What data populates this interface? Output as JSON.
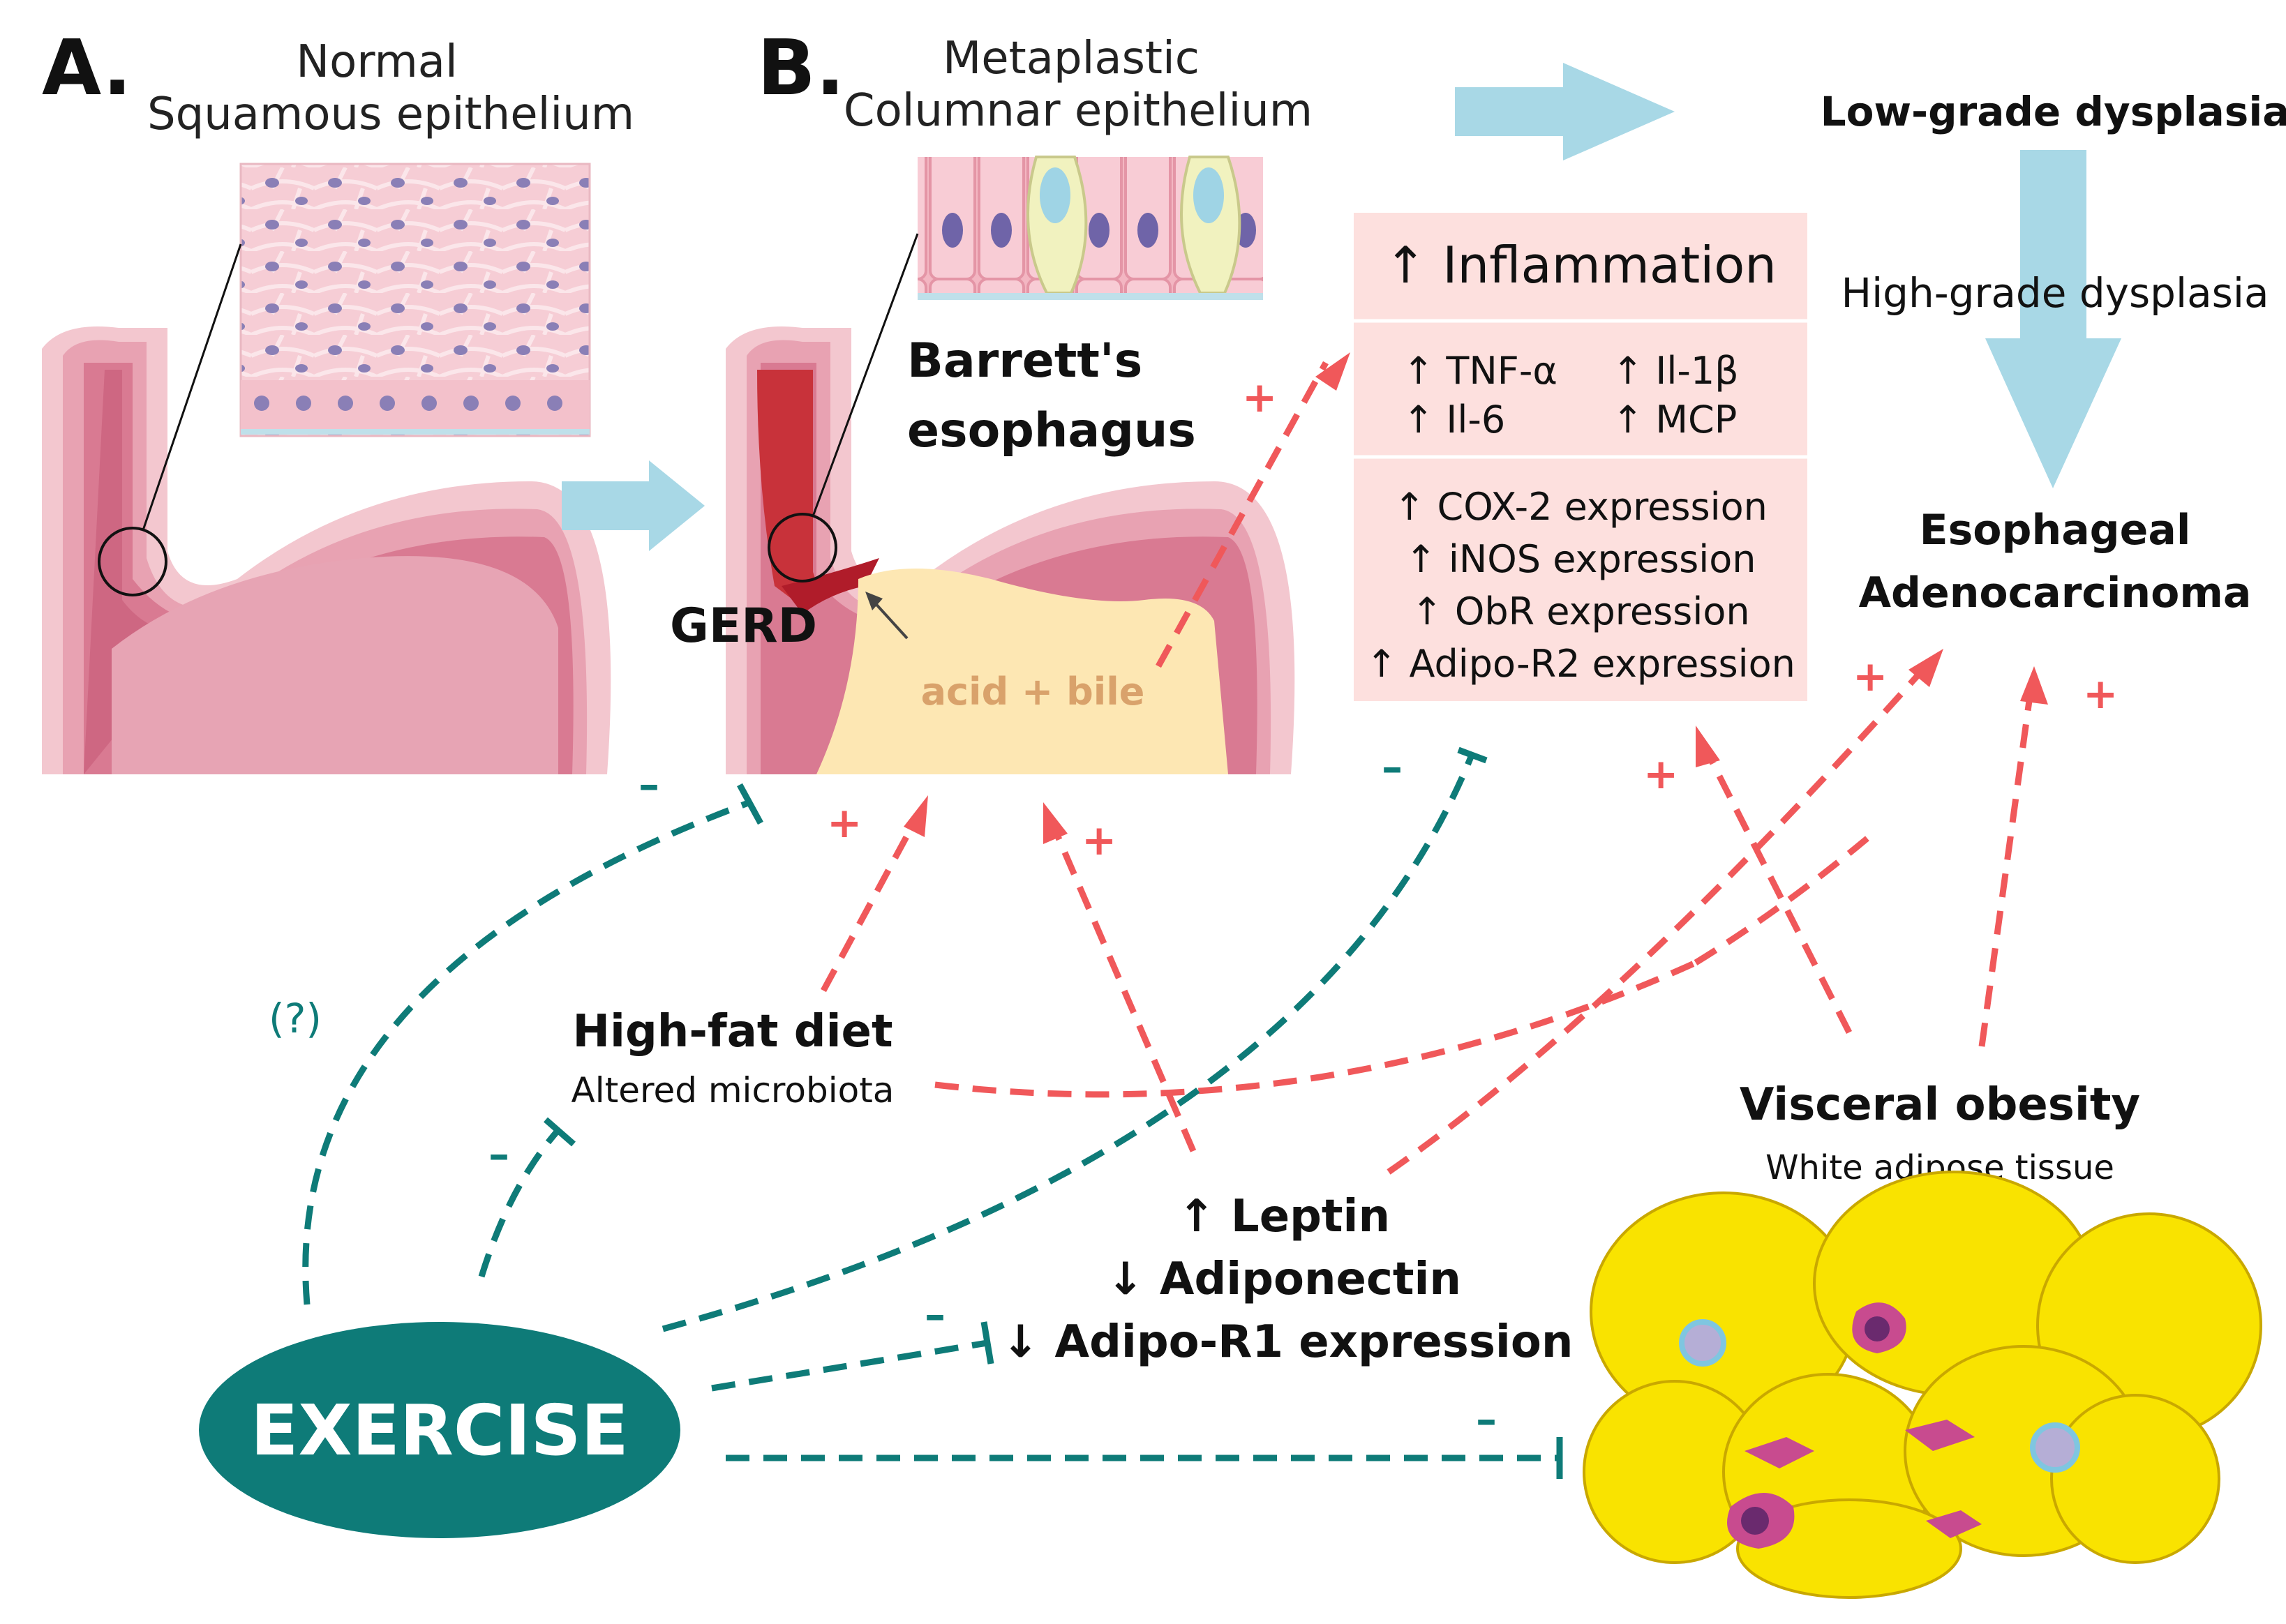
{
  "panel_a": {
    "letter": "A.",
    "title_line1": "Normal",
    "title_line2": "Squamous epithelium"
  },
  "panel_b": {
    "letter": "B.",
    "title_line1": "Metaplastic",
    "title_line2": "Columnar epithelium",
    "barretts_line1": "Barrett's",
    "barretts_line2": "esophagus",
    "gerd": "GERD",
    "acid_bile": "acid + bile"
  },
  "progression": {
    "low_grade": "Low-grade dysplasia",
    "high_grade": "High-grade dysplasia",
    "cancer_line1": "Esophageal",
    "cancer_line2": "Adenocarcinoma"
  },
  "inflammation": {
    "title": "↑ Inflammation",
    "tnf": "↑ TNF-α",
    "il1b": "↑ Il-1β",
    "il6": "↑ Il-6",
    "mcp": "↑ MCP",
    "cox2": "↑ COX-2 expression",
    "inos": "↑ iNOS expression",
    "obr": "↑ ObR expression",
    "adipor2": "↑ Adipo-R2 expression"
  },
  "diet": {
    "title": "High-fat diet",
    "subtitle": "Altered microbiota"
  },
  "adipokines": {
    "leptin": "↑ Leptin",
    "adiponectin": "↓ Adiponectin",
    "adipor1": "↓ Adipo-R1 expression"
  },
  "obesity": {
    "title": "Visceral obesity",
    "subtitle": "White adipose tissue"
  },
  "exercise": {
    "label": "EXERCISE",
    "question": "(?)"
  },
  "signs": {
    "plus": "+",
    "minus": "–"
  },
  "colors": {
    "promote": "#f0585a",
    "inhibit": "#0e7b78",
    "progress_arrow": "#a8d8e6",
    "inflammation_box": "#fde0de",
    "acid_bile_text": "#d9a26b",
    "fat_yellow": "#f9e300"
  }
}
